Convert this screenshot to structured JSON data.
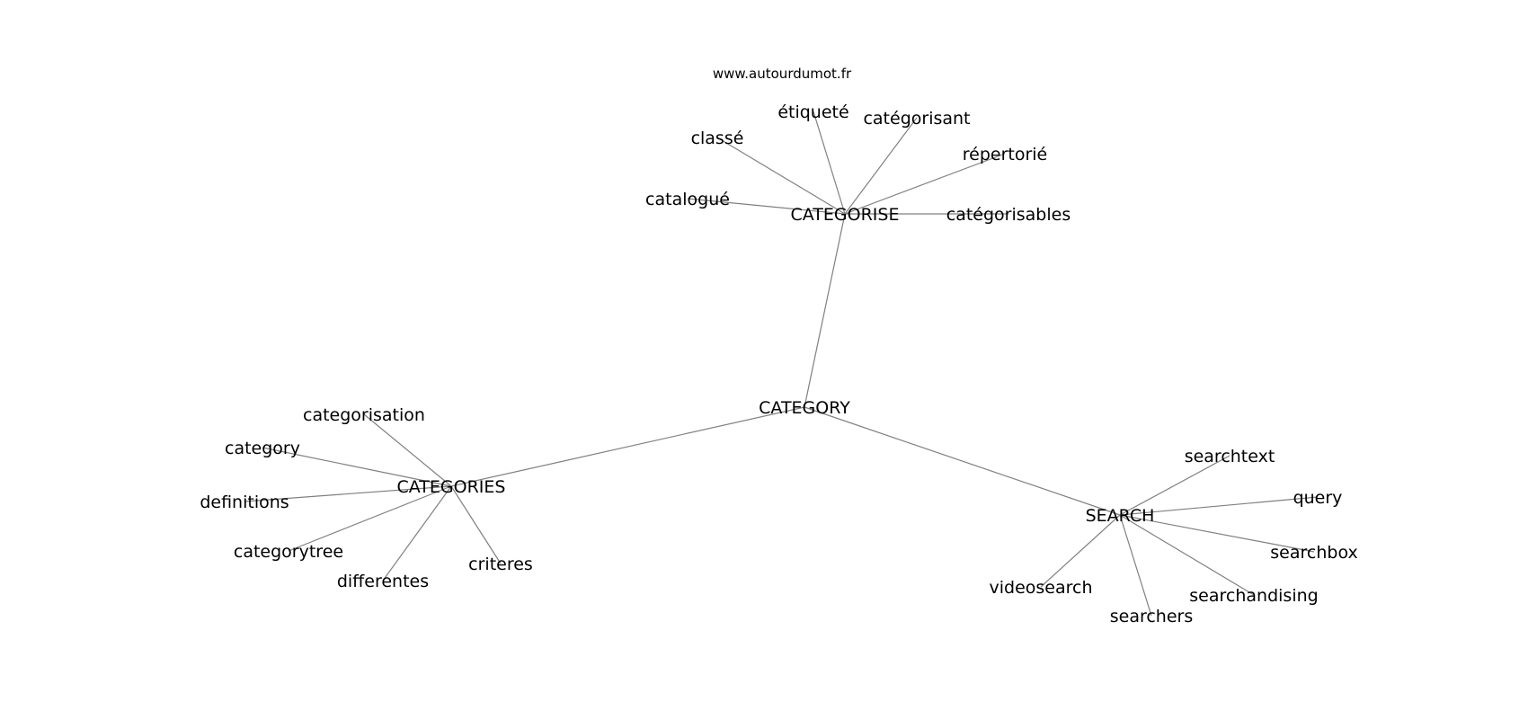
{
  "credit": "www.autourdumot.fr",
  "graph": {
    "center": "CATEGORY",
    "hubs": [
      {
        "label": "CATEGORISE",
        "leaves": [
          "classé",
          "étiqueté",
          "catégorisant",
          "répertorié",
          "catalogué",
          "catégorisables"
        ]
      },
      {
        "label": "CATEGORIES",
        "leaves": [
          "categorisation",
          "category",
          "definitions",
          "categorytree",
          "differentes",
          "criteres"
        ]
      },
      {
        "label": "SEARCH",
        "leaves": [
          "searchtext",
          "query",
          "searchbox",
          "searchandising",
          "searchers",
          "videosearch"
        ]
      }
    ]
  }
}
